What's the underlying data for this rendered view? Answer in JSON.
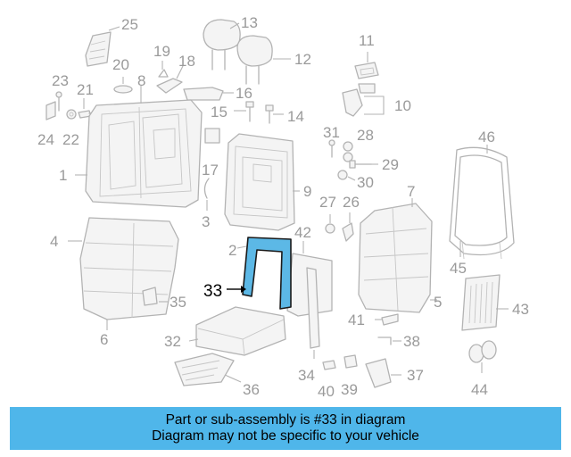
{
  "diagram": {
    "highlighted_part": "33",
    "part_labels": [
      "25",
      "13",
      "19",
      "18",
      "12",
      "20",
      "8",
      "16",
      "11",
      "23",
      "21",
      "10",
      "15",
      "14",
      "24",
      "22",
      "31",
      "28",
      "46",
      "1",
      "17",
      "9",
      "29",
      "30",
      "27",
      "26",
      "7",
      "3",
      "4",
      "42",
      "2",
      "45",
      "35",
      "5",
      "43",
      "6",
      "32",
      "41",
      "38",
      "34",
      "37",
      "36",
      "40",
      "39",
      "44"
    ]
  },
  "banner": {
    "line1": "Part or sub-assembly is #33 in diagram",
    "line2": "Diagram may not be specific to your vehicle"
  }
}
